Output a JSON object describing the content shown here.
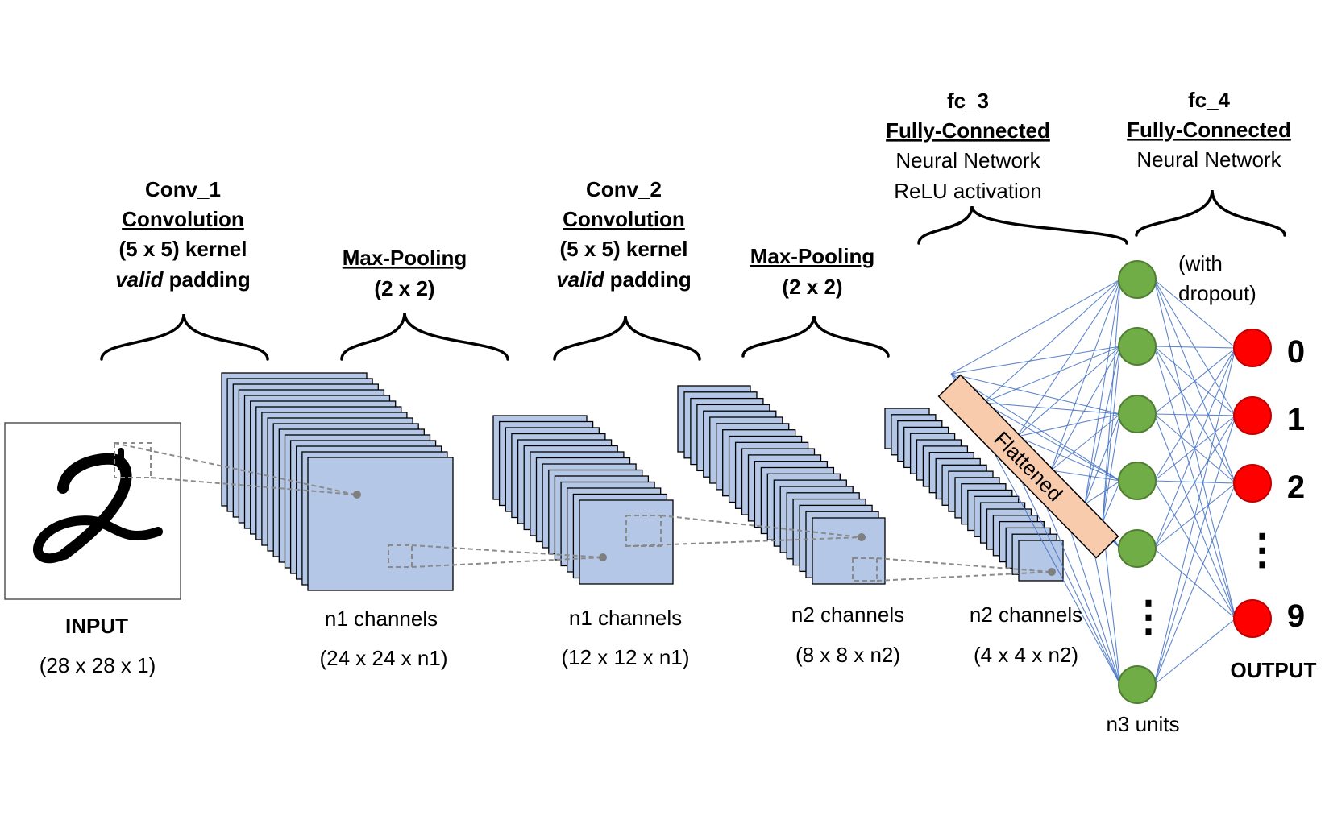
{
  "layers": {
    "conv1": {
      "name": "Conv_1",
      "type": "Convolution",
      "kernel": "(5 x 5) kernel",
      "padding_em": "valid",
      "padding_rest": " padding"
    },
    "pool1": {
      "type": "Max-Pooling",
      "size": "(2 x 2)"
    },
    "conv2": {
      "name": "Conv_2",
      "type": "Convolution",
      "kernel": "(5 x 5) kernel",
      "padding_em": "valid",
      "padding_rest": " padding"
    },
    "pool2": {
      "type": "Max-Pooling",
      "size": "(2 x 2)"
    },
    "fc3": {
      "name": "fc_3",
      "type": "Fully-Connected",
      "line1": "Neural Network",
      "line2": "ReLU activation"
    },
    "fc4": {
      "name": "fc_4",
      "type": "Fully-Connected",
      "line1": "Neural Network",
      "dropout1": "(with",
      "dropout2": "dropout)"
    }
  },
  "volumes": {
    "input": {
      "label": "INPUT",
      "dims": "(28 x 28 x 1)"
    },
    "v1": {
      "label": "n1 channels",
      "dims": "(24 x 24 x n1)"
    },
    "v2": {
      "label": "n1 channels",
      "dims": "(12 x 12 x n1)"
    },
    "v3": {
      "label": "n2 channels",
      "dims": "(8 x 8 x n2)"
    },
    "v4": {
      "label": "n2 channels",
      "dims": "(4 x 4 x n2)"
    }
  },
  "flattened": "Flattened",
  "hidden_units": "n3 units",
  "output": {
    "label": "OUTPUT",
    "digits": [
      "0",
      "1",
      "2",
      "9"
    ],
    "ellipsis": "⋮"
  },
  "colors": {
    "feature_map": "#b4c7e7",
    "flattened": "#f8cbad",
    "hidden_node": "#70ad47",
    "output_node": "#ff0000",
    "edge": "#4472c4"
  }
}
